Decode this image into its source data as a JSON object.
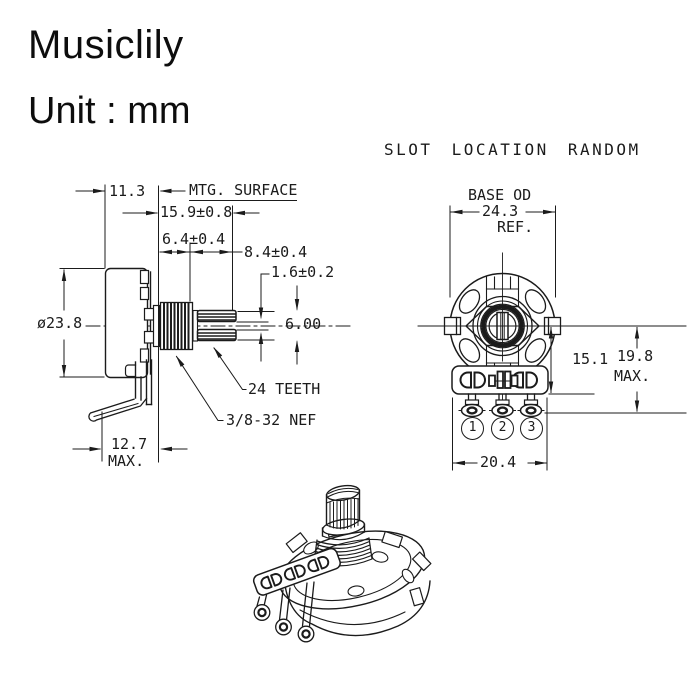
{
  "header": {
    "brand": "Musiclily",
    "unit_label": "Unit : mm"
  },
  "note": {
    "slot_location": "SLOT LOCATION RANDOM"
  },
  "side_view": {
    "dim_body_depth": "11.3",
    "label_mounting_surface": "MTG. SURFACE",
    "dim_overall_shaft_length": "15.9±0.8",
    "dim_bushing_length": "6.4±0.4",
    "dim_knurl_length": "8.4±0.4",
    "dim_slot_width": "1.6±0.2",
    "dim_shaft_diameter": "6.00",
    "dim_body_diameter": "ø23.8",
    "label_knurl_teeth": "24 TEETH",
    "label_thread_spec": "3/8-32 NEF",
    "dim_body_depth_max": "12.7",
    "dim_body_depth_max_suffix": "MAX."
  },
  "front_view": {
    "label_base_od": "BASE OD",
    "dim_base_od": "24.3",
    "label_base_od_ref": "REF.",
    "dim_center_to_block": "15.1",
    "dim_center_to_lug": "19.8",
    "dim_center_to_lug_suffix": "MAX.",
    "dim_terminal_span": "20.4",
    "terminals": [
      {
        "number": "1"
      },
      {
        "number": "2"
      },
      {
        "number": "3"
      }
    ]
  },
  "colors": {
    "line": "#1b1b1b",
    "background": "#ffffff"
  }
}
